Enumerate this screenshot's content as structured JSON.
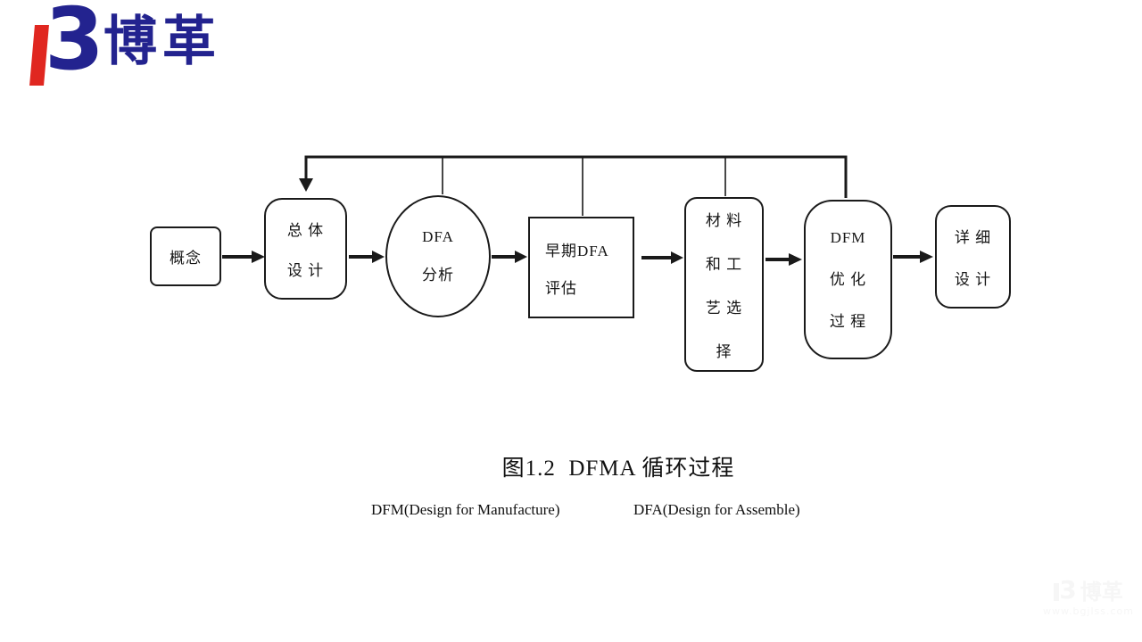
{
  "logo": {
    "text": "博革",
    "mark_glyph": "3",
    "navy": "#23238f",
    "red": "#e02720"
  },
  "diagram": {
    "line_color": "#1a1a1a",
    "nodes": [
      {
        "id": "concept",
        "shape": "rect",
        "lines": [
          "概念"
        ]
      },
      {
        "id": "overall-design",
        "shape": "rounded",
        "lines": [
          "总 体",
          "设 计"
        ]
      },
      {
        "id": "dfa-analysis",
        "shape": "ellipse",
        "lines": [
          "DFA",
          "分析"
        ]
      },
      {
        "id": "early-dfa-eval",
        "shape": "rect",
        "lines": [
          "早期DFA",
          "评估"
        ]
      },
      {
        "id": "material-process",
        "shape": "rounded",
        "lines": [
          "材 料",
          "和 工",
          "艺 选",
          "择"
        ]
      },
      {
        "id": "dfm-optimization",
        "shape": "rounded",
        "lines": [
          "DFM",
          "优 化",
          "过 程"
        ]
      },
      {
        "id": "detail-design",
        "shape": "rounded",
        "lines": [
          "详 细",
          "设 计"
        ]
      }
    ]
  },
  "caption": {
    "title": "图1.2  DFMA 循环过程",
    "note_dfm": "DFM(Design for Manufacture)",
    "note_dfa": "DFA(Design for Assemble)"
  },
  "watermark": {
    "mark_glyph": "3",
    "text": "博革",
    "url": "www.bgjlss.com"
  }
}
